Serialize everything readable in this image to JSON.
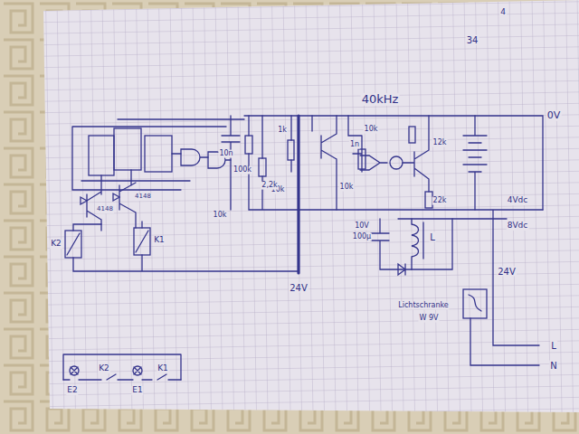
{
  "diagram": {
    "labels": [
      "40kHz",
      "0V",
      "4Vdc",
      "8Vdc",
      "24V",
      "24V",
      "12k",
      "22k",
      "10k",
      "1n",
      "10k",
      "1k",
      "10k",
      "100k",
      "10n",
      "2,2k",
      "10k",
      "K1",
      "K2",
      "4148",
      "4148",
      "100µ",
      "10V",
      "L",
      "E2",
      "K2",
      "E1",
      "K1",
      "L",
      "N",
      "Lichtschranke",
      "W 9V",
      "34",
      "4"
    ]
  }
}
